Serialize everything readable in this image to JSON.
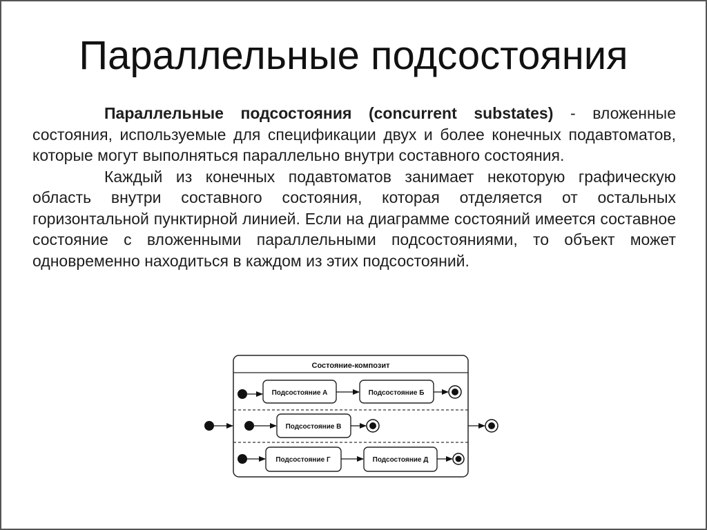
{
  "slide": {
    "title": "Параллельные подсостояния",
    "paragraph1": {
      "term": "Параллельные подсостояния (concurrent substates)",
      "text": " - вложенные состояния, используемые для спецификации двух и более конечных подавтоматов, которые могут выполняться параллельно внутри составного состояния."
    },
    "paragraph2": {
      "text": "Каждый из конечных подавтоматов занимает некоторую графическую область внутри составного состояния, которая отделяется от остальных горизонтальной пунктирной линией. Если на диаграмме состояний имеется составное состояние с вложенными параллельными подсостояниями, то объект может одновременно находиться в каждом из этих подсостояний."
    }
  },
  "diagram": {
    "composite_label": "Состояние-композит",
    "substates": {
      "a": "Подсостояние А",
      "b": "Подсостояние Б",
      "v": "Подсостояние В",
      "g": "Подсостояние Г",
      "d": "Подсостояние Д"
    }
  }
}
